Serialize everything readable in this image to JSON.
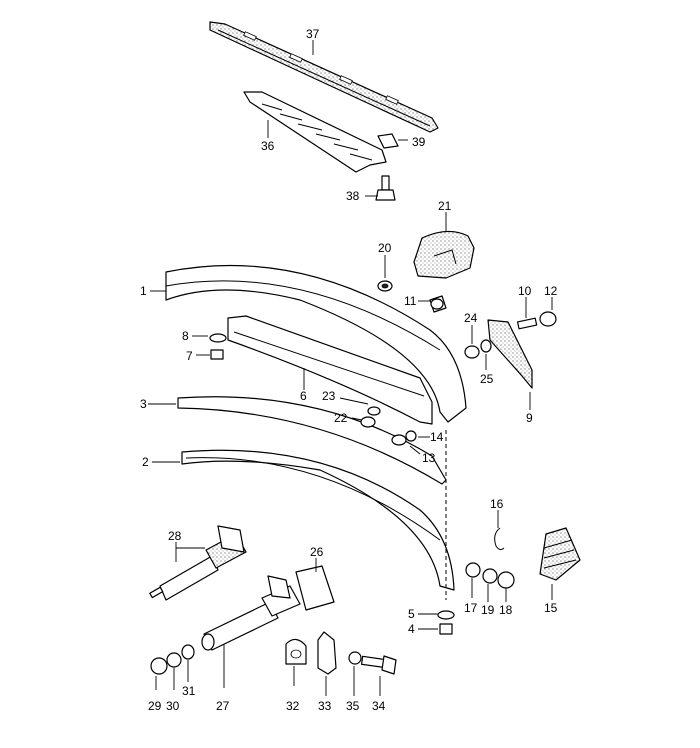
{
  "parts": [
    {
      "id": "p1",
      "label": "1"
    },
    {
      "id": "p2",
      "label": "2"
    },
    {
      "id": "p3",
      "label": "3"
    },
    {
      "id": "p4",
      "label": "4"
    },
    {
      "id": "p5",
      "label": "5"
    },
    {
      "id": "p6",
      "label": "6"
    },
    {
      "id": "p7",
      "label": "7"
    },
    {
      "id": "p8",
      "label": "8"
    },
    {
      "id": "p9",
      "label": "9"
    },
    {
      "id": "p10",
      "label": "10"
    },
    {
      "id": "p11",
      "label": "11"
    },
    {
      "id": "p12",
      "label": "12"
    },
    {
      "id": "p13",
      "label": "13"
    },
    {
      "id": "p14",
      "label": "14"
    },
    {
      "id": "p15",
      "label": "15"
    },
    {
      "id": "p16",
      "label": "16"
    },
    {
      "id": "p17",
      "label": "17"
    },
    {
      "id": "p18",
      "label": "18"
    },
    {
      "id": "p19",
      "label": "19"
    },
    {
      "id": "p20",
      "label": "20"
    },
    {
      "id": "p21",
      "label": "21"
    },
    {
      "id": "p22",
      "label": "22"
    },
    {
      "id": "p23",
      "label": "23"
    },
    {
      "id": "p24",
      "label": "24"
    },
    {
      "id": "p25",
      "label": "25"
    },
    {
      "id": "p26",
      "label": "26"
    },
    {
      "id": "p27",
      "label": "27"
    },
    {
      "id": "p28",
      "label": "28"
    },
    {
      "id": "p29",
      "label": "29"
    },
    {
      "id": "p30",
      "label": "30"
    },
    {
      "id": "p31",
      "label": "31"
    },
    {
      "id": "p32",
      "label": "32"
    },
    {
      "id": "p33",
      "label": "33"
    },
    {
      "id": "p34",
      "label": "34"
    },
    {
      "id": "p35",
      "label": "35"
    },
    {
      "id": "p36",
      "label": "36"
    },
    {
      "id": "p37",
      "label": "37"
    },
    {
      "id": "p38",
      "label": "38"
    },
    {
      "id": "p39",
      "label": "39"
    }
  ]
}
